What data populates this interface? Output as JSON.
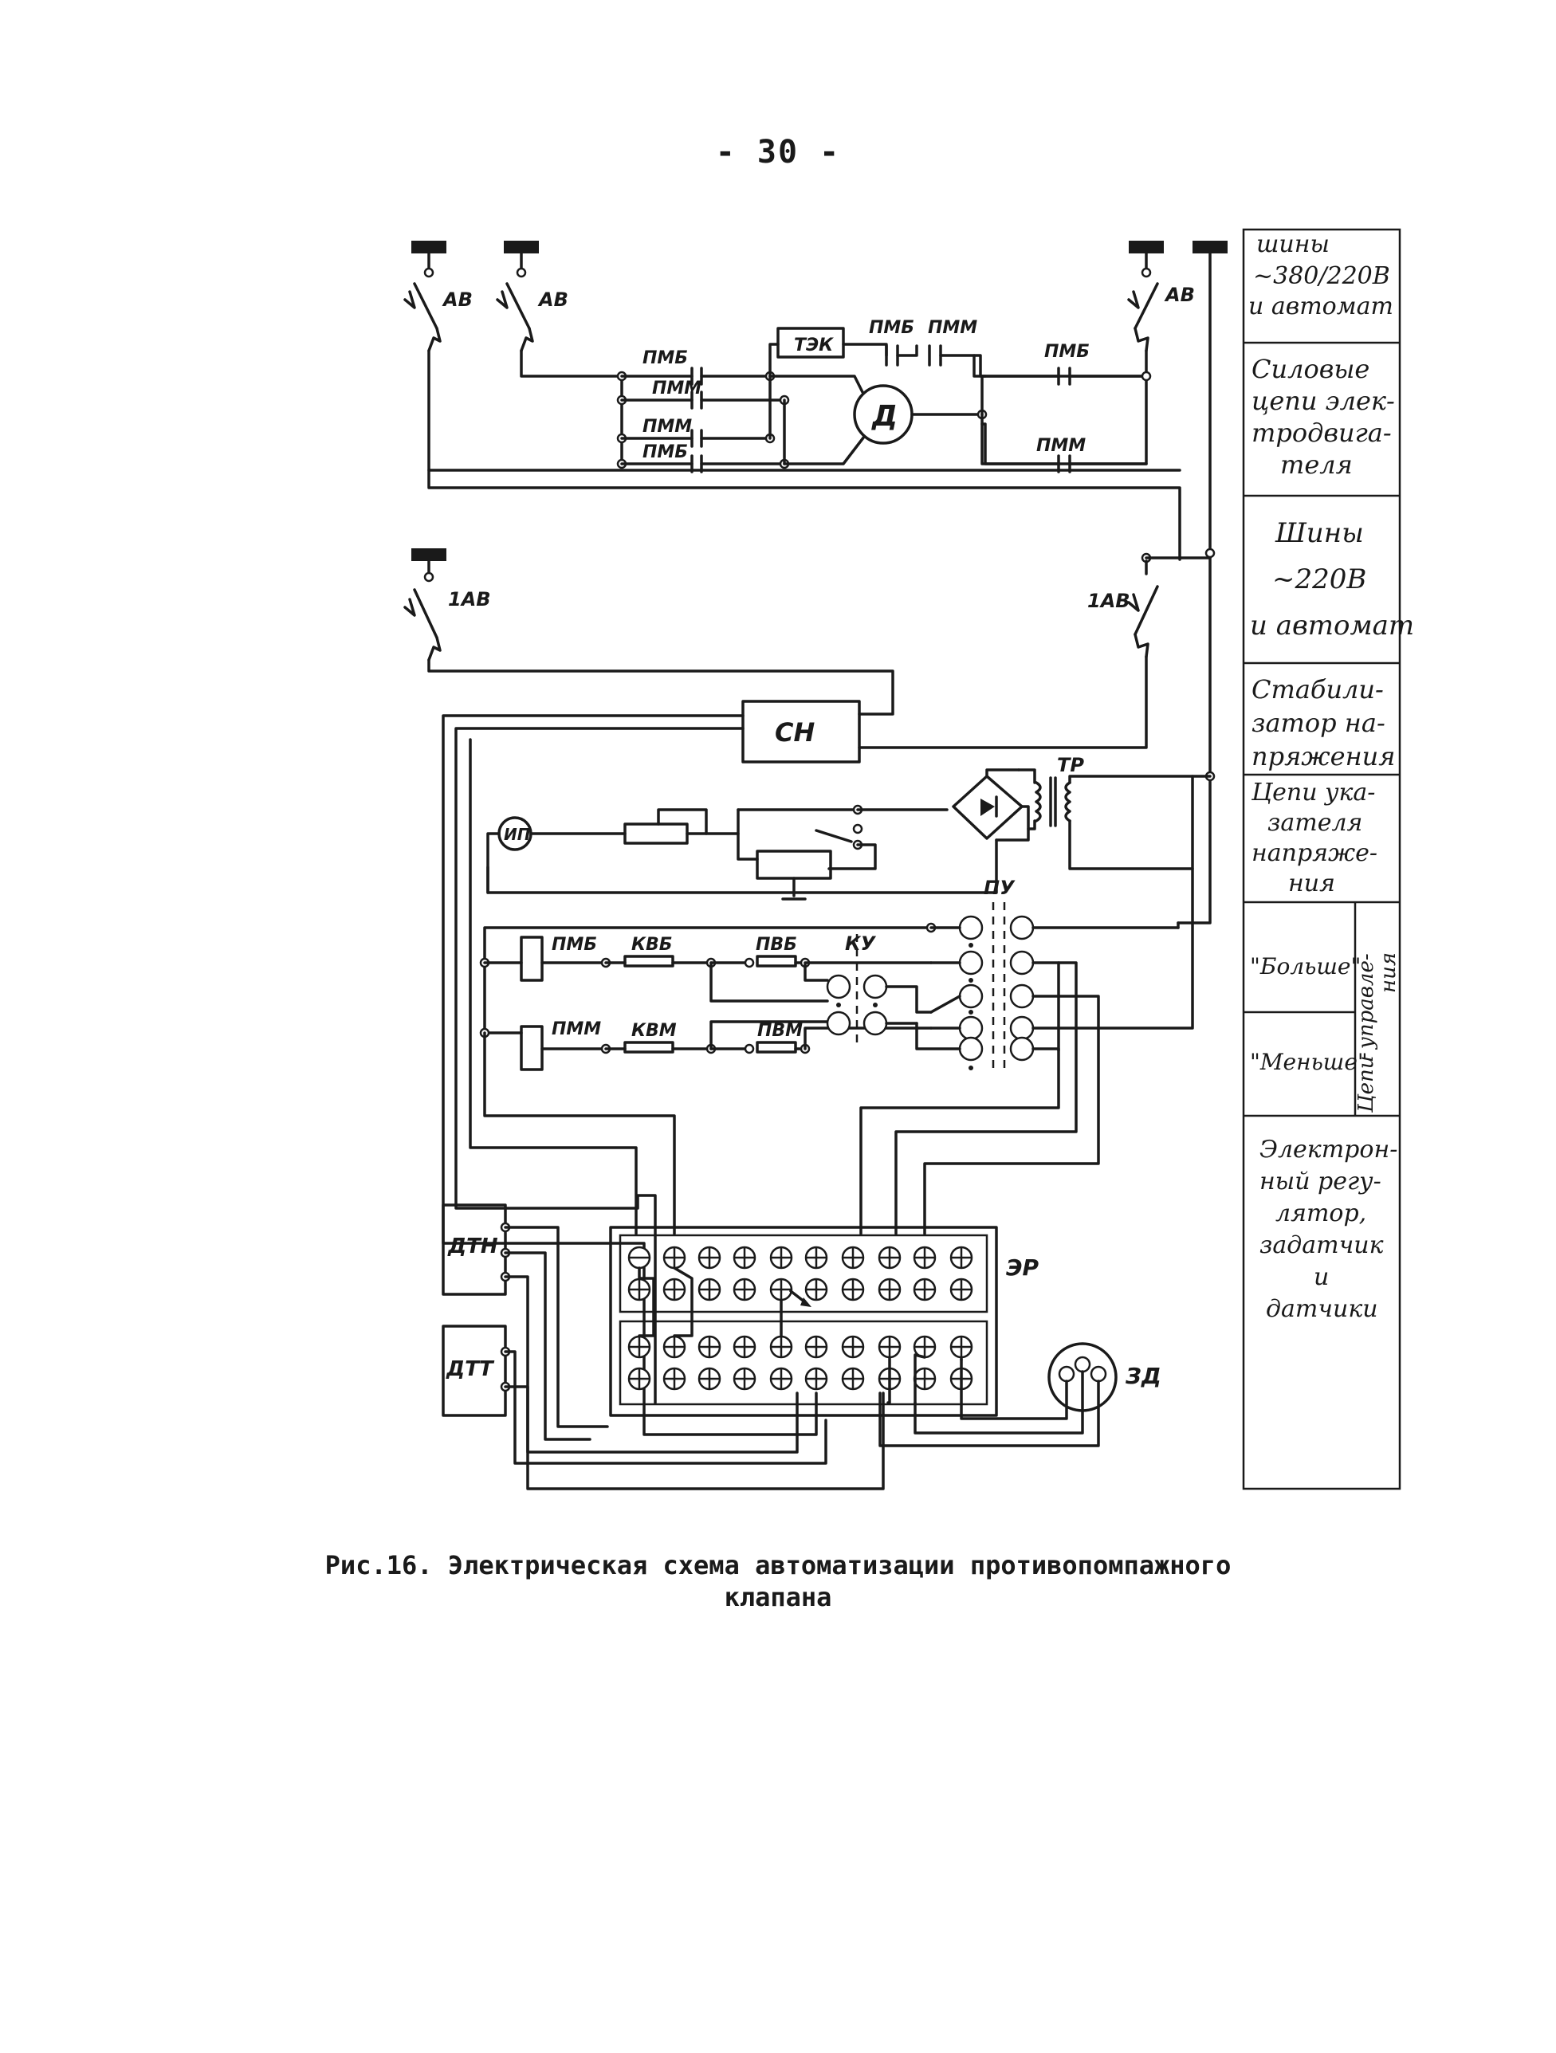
{
  "page": {
    "number": "- 30 -"
  },
  "caption": {
    "line1": "Рис.16. Электрическая схема автоматизации противопомпажного",
    "line2": "клапана"
  },
  "labels": {
    "av": "АВ",
    "iav": "1АВ",
    "amb": "ПМБ",
    "amm": "ПММ",
    "tek": "ТЭК",
    "motor": "Д",
    "sn": "СН",
    "tr": "ТР",
    "ip": "ИП",
    "kvb": "КВБ",
    "avb": "ПВБ",
    "ku": "КУ",
    "pu": "ПУ",
    "kvm": "КВМ",
    "avm": "ПВМ",
    "dtn": "ДТН",
    "dtt": "ДТТ",
    "er": "ЭР",
    "zd": "ЗД"
  },
  "side_panel": [
    {
      "lines": [
        "шины",
        "~380/220В",
        "и автомат"
      ]
    },
    {
      "lines": [
        "Силовые",
        "цепи элек-",
        "тродвига-",
        "теля"
      ]
    },
    {
      "lines": [
        "Шины",
        "~220В",
        "и автомат"
      ]
    },
    {
      "lines": [
        "Стабили-",
        "затор на-",
        "пряжения"
      ]
    },
    {
      "lines": [
        "Цепи ука-",
        "зателя",
        "напряже-",
        "ния"
      ]
    },
    {
      "lines": [
        "\"Больше\""
      ]
    },
    {
      "lines": [
        "\"Меньше\""
      ]
    },
    {
      "lines": [
        "Цепи управле-",
        "ния"
      ]
    },
    {
      "lines": [
        "Электрон-",
        "ный регу-",
        "лятор,",
        "задатчик",
        "и",
        "датчики"
      ]
    }
  ]
}
